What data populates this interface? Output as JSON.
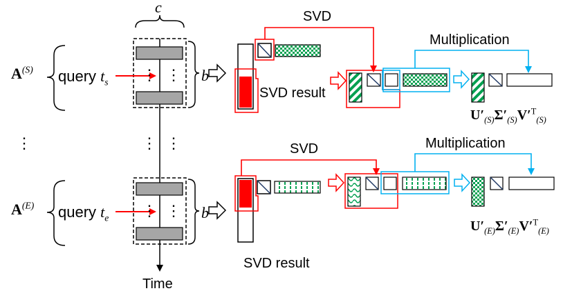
{
  "labels": {
    "c": "c",
    "b": "b",
    "svd": "SVD",
    "multiplication": "Multiplication",
    "svd_result": "SVD result",
    "time": "Time",
    "dots": "⋮"
  },
  "rows": [
    {
      "matrix_letter": "A",
      "matrix_sup": "(S)",
      "query_word": "query",
      "query_var": "t",
      "query_sub": "s",
      "result": {
        "U": "U′",
        "U_sub": "(S)",
        "S": "Σ′",
        "S_sub": "(S)",
        "V": "V′",
        "V_sup": "T",
        "V_sub": "(S)"
      }
    },
    {
      "matrix_letter": "A",
      "matrix_sup": "(E)",
      "query_word": "query",
      "query_var": "t",
      "query_sub": "e",
      "result": {
        "U": "U′",
        "U_sub": "(E)",
        "S": "Σ′",
        "S_sub": "(E)",
        "V": "V′",
        "V_sup": "T",
        "V_sub": "(E)"
      }
    }
  ],
  "colors": {
    "red": "#ff0000",
    "blue": "#00b0f0",
    "green": "#00a050",
    "gray": "#a6a6a6",
    "navy": "#1f3864"
  }
}
